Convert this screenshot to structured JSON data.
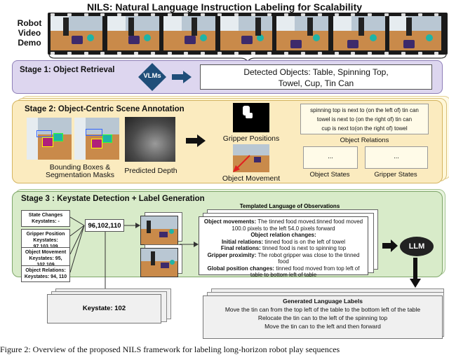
{
  "title": "NILS: Natural Language Instruction Labeling for Scalability",
  "robot_demo_label": "Robot Video Demo",
  "stage1": {
    "title": "Stage 1: Object Retrieval",
    "vlm_label": "VLMs",
    "detected_line1": "Detected Objects: Table, Spinning Top,",
    "detected_line2": "Towel, Cup, Tin Can"
  },
  "stage2": {
    "title": "Stage 2: Object-Centric Scene Annotation",
    "bbox_label_line1": "Bounding Boxes &",
    "bbox_label_line2": "Segmentation Masks",
    "depth_label": "Predicted Depth",
    "gripper_positions_label": "Gripper Positions",
    "object_movement_label": "Object Movement",
    "relations": [
      "spinning top is next to (on the left of) tin can",
      "towel is next to (on the right of) tin can",
      "cup is next to(on the right of) towel"
    ],
    "object_relations_label": "Object Relations",
    "object_states_dots": "...",
    "gripper_states_dots": "...",
    "object_states_label": "Object States",
    "gripper_states_label": "Gripper States"
  },
  "stage3": {
    "title": "Stage 3 : Keystate Detection + Label Generation",
    "keystate_sources": [
      {
        "label": "State Changes",
        "value": "Keystates: -"
      },
      {
        "label": "Gripper Position",
        "value": "Keystates: 97,103,109"
      },
      {
        "label": "Object Movement",
        "value": "Keystates: 95, 102,109"
      },
      {
        "label": "Object Relations:",
        "value": "Keystates: 94, 110"
      }
    ],
    "combined_keystates": "96,102,110",
    "templated_title": "Templated Language of Observations",
    "observations": {
      "movements_key": "Object movements:",
      "movements_text": "The tinned food moved.tinned food moved 100.0 pixels to the left 54.0 pixels forward",
      "relation_changes_key": "Object relation changes:",
      "initial_key": "Initial relations:",
      "initial_text": "tinned food is on the left of towel",
      "final_key": "Final relations:",
      "final_text": "tinned food is next to spinning top",
      "proximity_key": "Gripper proximity:",
      "proximity_text": "The robot gripper was close to the tinned food",
      "global_key": "Global position changes:",
      "global_text": "tinned food moved from top left of table to bottom left of table"
    },
    "llm_label": "LLM",
    "keystate_output": "Keystate: 102",
    "generated_title": "Generated Language Labels",
    "generated_labels": [
      "Move the tin can from the top left of the table to the bottom left of the table",
      "Relocate the tin can to the left of the spinning top",
      "Move the tin can to the left and then forward"
    ]
  },
  "caption": "Figure 2: Overview of the proposed NILS framework for labeling long-horizon robot play sequences",
  "colors": {
    "stage1_fill": "#ddd6ef",
    "stage2_fill": "#fbebbf",
    "stage3_fill": "#d8ebc9",
    "diamond_fill": "#1f4e79",
    "arrow_fill": "#1f4e79"
  }
}
